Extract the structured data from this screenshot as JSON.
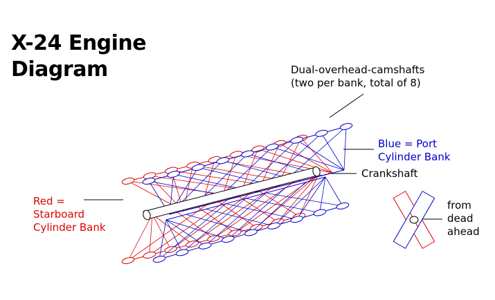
{
  "title": {
    "line1": "X-24 Engine",
    "line2": "Diagram"
  },
  "labels": {
    "cams_line1": "Dual-overhead-camshafts",
    "cams_line2": "(two per bank, total of 8)",
    "port_line1": "Blue = Port",
    "port_line2": "Cylinder Bank",
    "crankshaft": "Crankshaft",
    "starboard_line1": "Red =",
    "starboard_line2": "Starboard",
    "starboard_line3": "Cylinder Bank",
    "view_line1": "from",
    "view_line2": "dead",
    "view_line3": "ahead"
  },
  "colors": {
    "port": "#0000cc",
    "starboard": "#dd0000",
    "ink": "#000000"
  }
}
